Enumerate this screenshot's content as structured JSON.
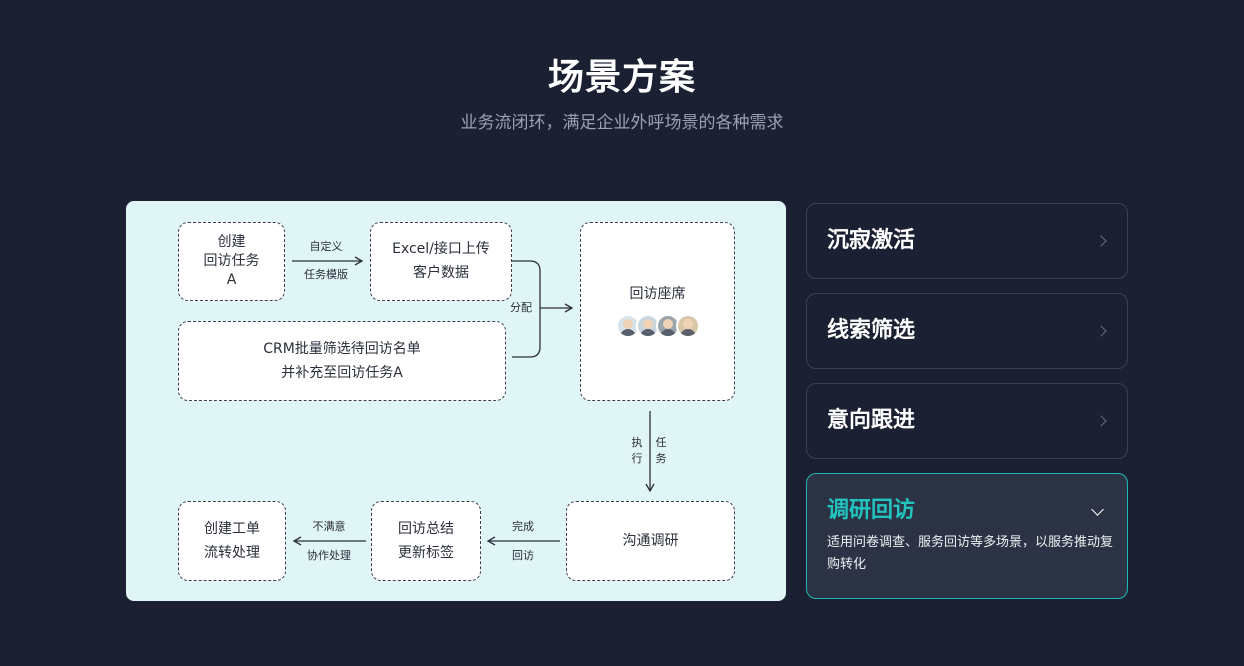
{
  "header": {
    "title": "场景方案",
    "subtitle": "业务流闭环，满足企业外呼场景的各种需求"
  },
  "diagram": {
    "nodes": {
      "create_task": [
        "创建",
        "回访任务",
        "A"
      ],
      "excel_upload": [
        "Excel/接口上传",
        "客户数据"
      ],
      "crm_filter": [
        "CRM批量筛选待回访名单",
        "并补充至回访任务A"
      ],
      "agents": "回访座席",
      "communicate": "沟通调研",
      "summary": [
        "回访总结",
        "更新标签"
      ],
      "work_order": [
        "创建工单",
        "流转处理"
      ]
    },
    "edges": {
      "custom_top": "自定义",
      "custom_bottom": "任务模版",
      "assign": "分配",
      "execute_left": "执行",
      "execute_right": "任务",
      "complete_top": "完成",
      "complete_bottom": "回访",
      "unsatisfied_top": "不满意",
      "unsatisfied_bottom": "协作处理"
    }
  },
  "scenarios": [
    {
      "title": "沉寂激活"
    },
    {
      "title": "线索筛选"
    },
    {
      "title": "意向跟进"
    },
    {
      "title": "调研回访",
      "description": "适用问卷调查、服务回访等多场景，以服务推动复购转化"
    }
  ],
  "colors": {
    "background": "#1b2032",
    "panel": "#e0f5f6",
    "accent": "#22c4c0"
  }
}
